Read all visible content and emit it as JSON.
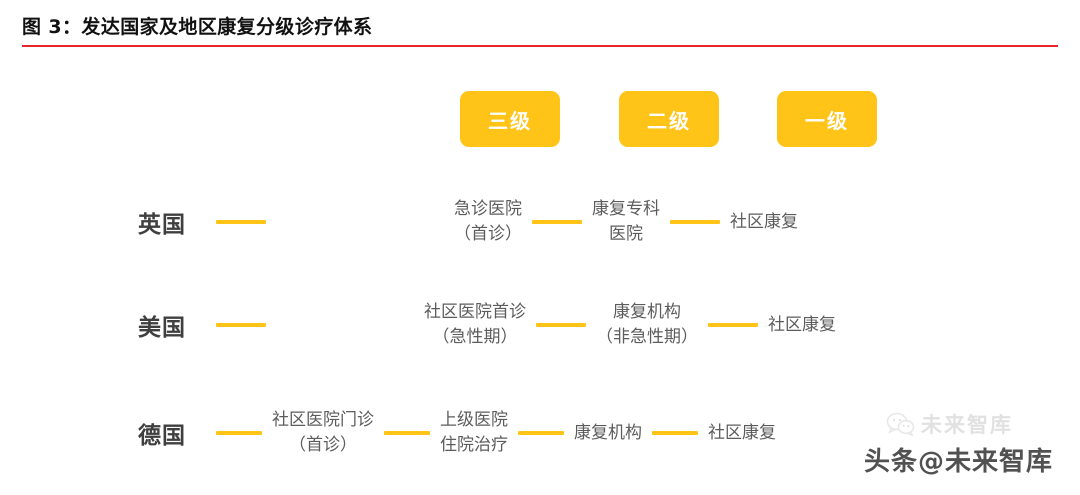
{
  "figure": {
    "title": "图 3：发达国家及地区康复分级诊疗体系",
    "rule_color": "#e8252a",
    "accent_color": "#ffc417",
    "text_color": "#5c5c5c",
    "heading_color": "#3f3f3f"
  },
  "levels": [
    {
      "label": "三级"
    },
    {
      "label": "二级"
    },
    {
      "label": "一级"
    }
  ],
  "rows": [
    {
      "country": "英国",
      "nodes": [
        {
          "lines": [
            "急诊医院",
            "（首诊）"
          ]
        },
        {
          "lines": [
            "康复专科",
            "医院"
          ]
        },
        {
          "lines": [
            "社区康复"
          ]
        }
      ]
    },
    {
      "country": "美国",
      "nodes": [
        {
          "lines": [
            "社区医院首诊",
            "（急性期）"
          ]
        },
        {
          "lines": [
            "康复机构",
            "（非急性期）"
          ]
        },
        {
          "lines": [
            "社区康复"
          ]
        }
      ]
    },
    {
      "country": "德国",
      "nodes": [
        {
          "lines": [
            "社区医院门诊",
            "（首诊）"
          ]
        },
        {
          "lines": [
            "上级医院",
            "住院治疗"
          ]
        },
        {
          "lines": [
            "康复机构"
          ]
        },
        {
          "lines": [
            "社区康复"
          ]
        }
      ]
    }
  ],
  "watermark": {
    "top_text": "未来智库",
    "bottom_text": "头条@未来智库",
    "icon": "wechat-bubble-icon"
  }
}
